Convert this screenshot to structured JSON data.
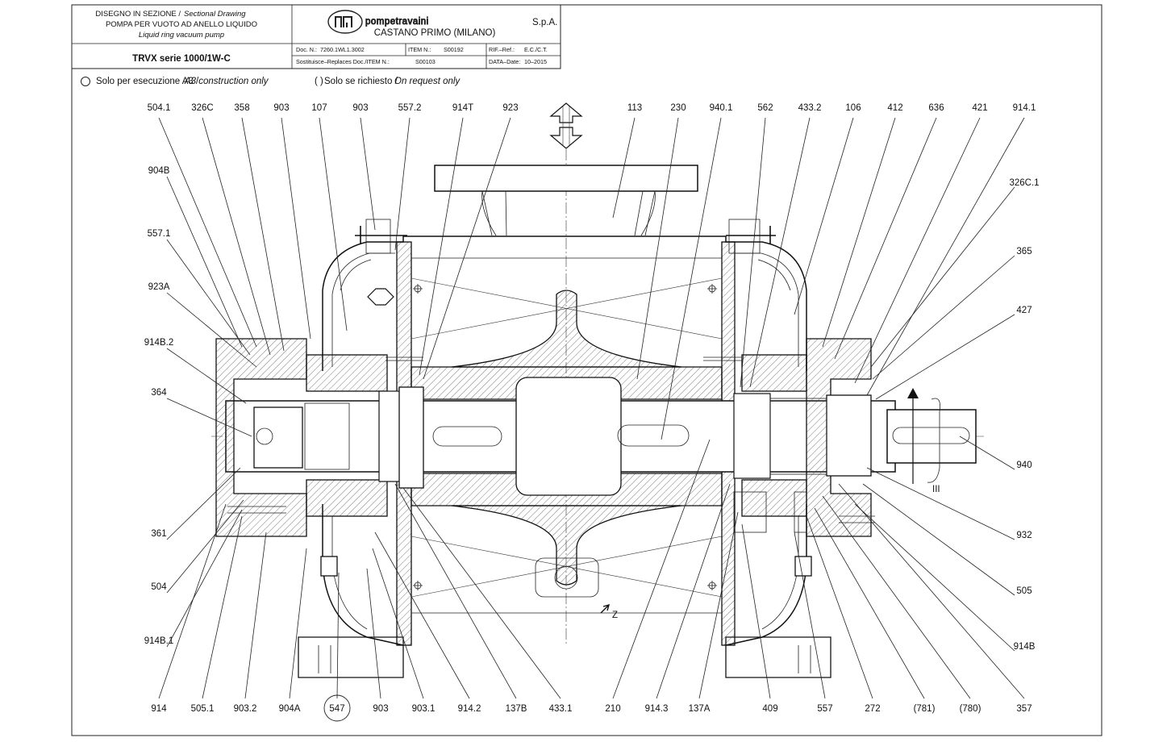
{
  "title_block": {
    "title_it": "DISEGNO IN SEZIONE /",
    "title_en": "Sectional Drawing",
    "subtitle_it": "POMPA PER VUOTO AD ANELLO LIQUIDO",
    "subtitle_en": "Liquid ring vacuum pump",
    "model": "TRVX serie 1000/1W-C",
    "brand": "pompetravaini",
    "brand_suffix": "S.p.A.",
    "location": "CASTANO PRIMO (MILANO)",
    "doc_no_label": "Doc. N.:",
    "doc_no": "7260.1WL1.3002",
    "item_label": "ITEM N.:",
    "item_no": "S00192",
    "ref_label": "RIF.–Ref.:",
    "ref_value": "E.C./C.T.",
    "replaces_label": "Sostituisce–Replaces Doc./ITEM N.:",
    "replaces_value": "S00103",
    "date_label": "DATA–Date:",
    "date_value": "10–2015"
  },
  "notes": {
    "a3_it": "Solo per esecuzione A3 /",
    "a3_en": "A3 construction only",
    "request_mark": "( )",
    "request_it": "Solo se richiesto /",
    "request_en": "On request only"
  },
  "direction_marks": {
    "z_label": "Z",
    "iii_label": "III"
  },
  "labels_top": [
    "504.1",
    "326C",
    "358",
    "903",
    "107",
    "903",
    "557.2",
    "914T",
    "923",
    "113",
    "230",
    "940.1",
    "562",
    "433.2",
    "106",
    "412",
    "636",
    "421",
    "914.1"
  ],
  "labels_left": [
    "904B",
    "557.1",
    "923A",
    "914B.2",
    "364",
    "361",
    "504",
    "914B.1"
  ],
  "labels_right": [
    "326C.1",
    "365",
    "427",
    "940",
    "932",
    "505",
    "914B"
  ],
  "labels_bottom": [
    "914",
    "505.1",
    "903.2",
    "904A",
    "547",
    "903",
    "903.1",
    "914.2",
    "137B",
    "433.1",
    "210",
    "914.3",
    "137A",
    "409",
    "557",
    "272",
    "(781)",
    "(780)",
    "357"
  ]
}
